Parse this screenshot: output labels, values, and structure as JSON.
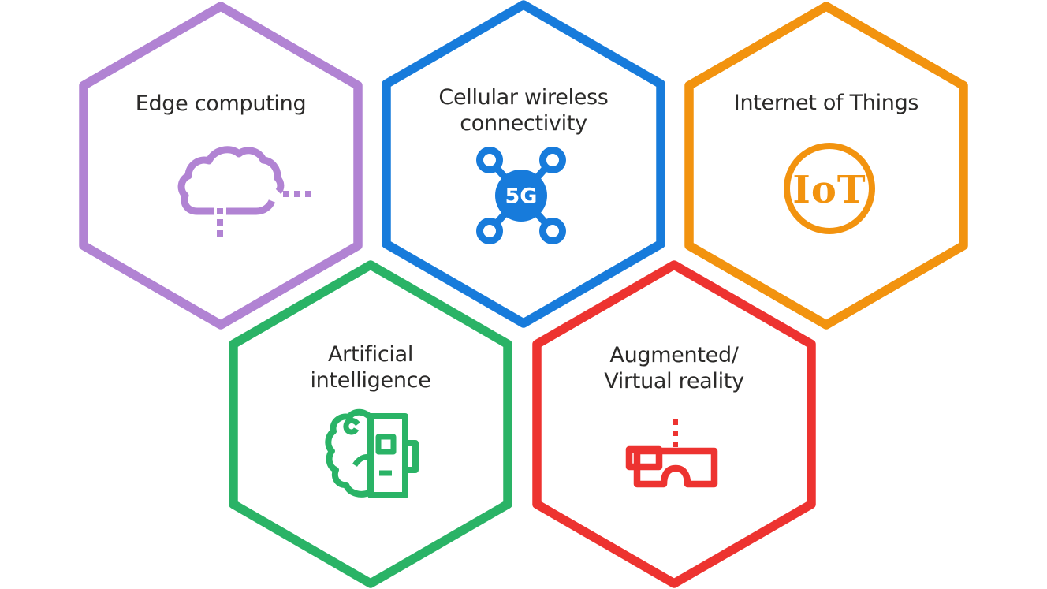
{
  "diagram": {
    "background": "#ffffff",
    "text_color": "#2b2a29",
    "hexagons": {
      "edge_computing": {
        "line1": "Edge computing",
        "color": "#b183d3",
        "icon": "cloud-edge-icon"
      },
      "cellular_wireless": {
        "line1": "Cellular wireless",
        "line2": "connectivity",
        "color": "#177bdb",
        "icon": "5g-network-icon",
        "icon_label": "5G"
      },
      "internet_of_things": {
        "line1": "Internet of Things",
        "color": "#f2930f",
        "icon": "iot-badge-icon",
        "icon_label": "IoT"
      },
      "artificial_intelligence": {
        "line1": "Artificial",
        "line2": "intelligence",
        "color": "#2ab366",
        "icon": "brain-chip-icon"
      },
      "augmented_virtual_reality": {
        "line1": "Augmented/",
        "line2": "Virtual reality",
        "color": "#ed3330",
        "icon": "smart-glasses-icon"
      }
    }
  }
}
